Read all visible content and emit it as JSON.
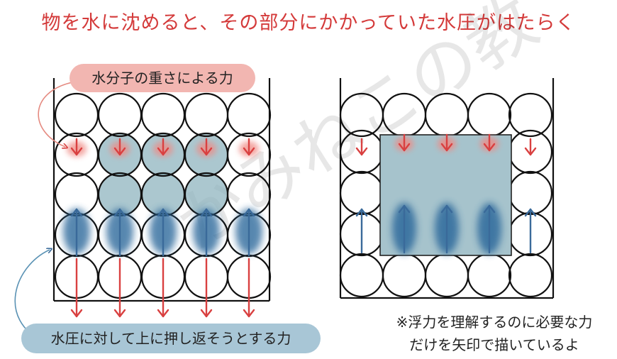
{
  "title": "物を水に沈めると、その部分にかかっていた水圧がはたらく",
  "labels": {
    "weight_force": "水分子の重さによる力",
    "pressure_reaction": "水圧に対して上に押し返そうとする力"
  },
  "note": {
    "line1": "※浮力を理解するのに必要な力",
    "line2": "だけを矢印で描いているよ"
  },
  "watermark": "かみねこの教",
  "colors": {
    "red": "#d94040",
    "blue": "#3a6a9a",
    "shade": "#8fb4bf",
    "object_fill": "#a6c3cc"
  }
}
